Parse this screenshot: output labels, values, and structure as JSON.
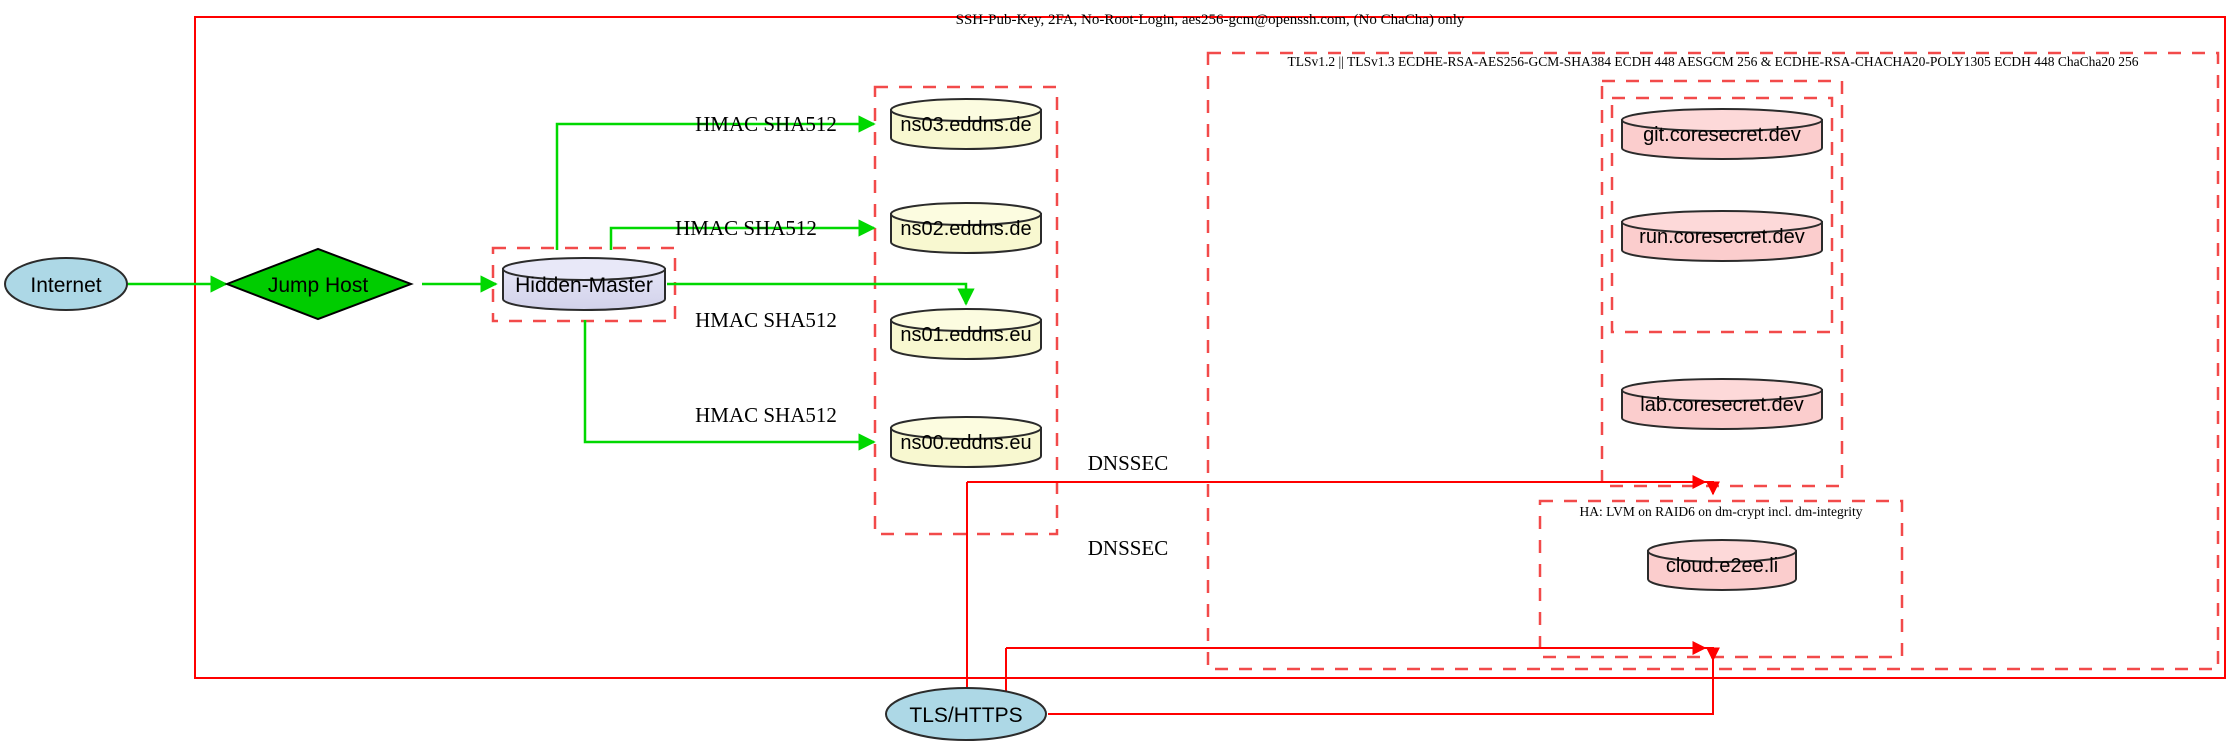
{
  "diagram": {
    "title_top": "SSH-Pub-Key, 2FA, No-Root-Login, aes256-gcm@openssh.com, (No ChaCha) only",
    "tls_label": "TLSv1.2 || TLSv1.3 ECDHE-RSA-AES256-GCM-SHA384 ECDH 448 AESGCM 256 & ECDHE-RSA-CHACHA20-POLY1305 ECDH 448 ChaCha20 256",
    "ha_label": "HA: LVM on RAID6 on dm-crypt incl. dm-integrity",
    "colors": {
      "frame_red": "#ff0000",
      "dashed_red": "#f24a4a",
      "green_edge": "#00d800",
      "internet_fill": "#add8e6",
      "jumphost_fill": "#00cc00",
      "master_fill": "#dcdcf0",
      "dns_fill": "#f8f8d0",
      "service_fill": "#fbcdcd"
    }
  },
  "nodes": {
    "internet": {
      "label": "Internet",
      "shape": "ellipse"
    },
    "jump_host": {
      "label": "Jump Host",
      "shape": "diamond"
    },
    "hidden_master": {
      "label": "Hidden-Master",
      "shape": "cylinder"
    },
    "tls_https": {
      "label": "TLS/HTTPS",
      "shape": "ellipse"
    },
    "dns_servers": [
      {
        "label": "ns03.eddns.de",
        "shape": "cylinder"
      },
      {
        "label": "ns02.eddns.de",
        "shape": "cylinder"
      },
      {
        "label": "ns01.eddns.eu",
        "shape": "cylinder"
      },
      {
        "label": "ns00.eddns.eu",
        "shape": "cylinder"
      }
    ],
    "services": [
      {
        "label": "git.coresecret.dev",
        "shape": "cylinder"
      },
      {
        "label": "run.coresecret.dev",
        "shape": "cylinder"
      },
      {
        "label": "lab.coresecret.dev",
        "shape": "cylinder"
      },
      {
        "label": "cloud.e2ee.li",
        "shape": "cylinder"
      }
    ]
  },
  "edge_labels": {
    "hmac": [
      "HMAC SHA512",
      "HMAC SHA512",
      "HMAC SHA512",
      "HMAC SHA512"
    ],
    "dnssec": [
      "DNSSEC",
      "DNSSEC"
    ]
  }
}
